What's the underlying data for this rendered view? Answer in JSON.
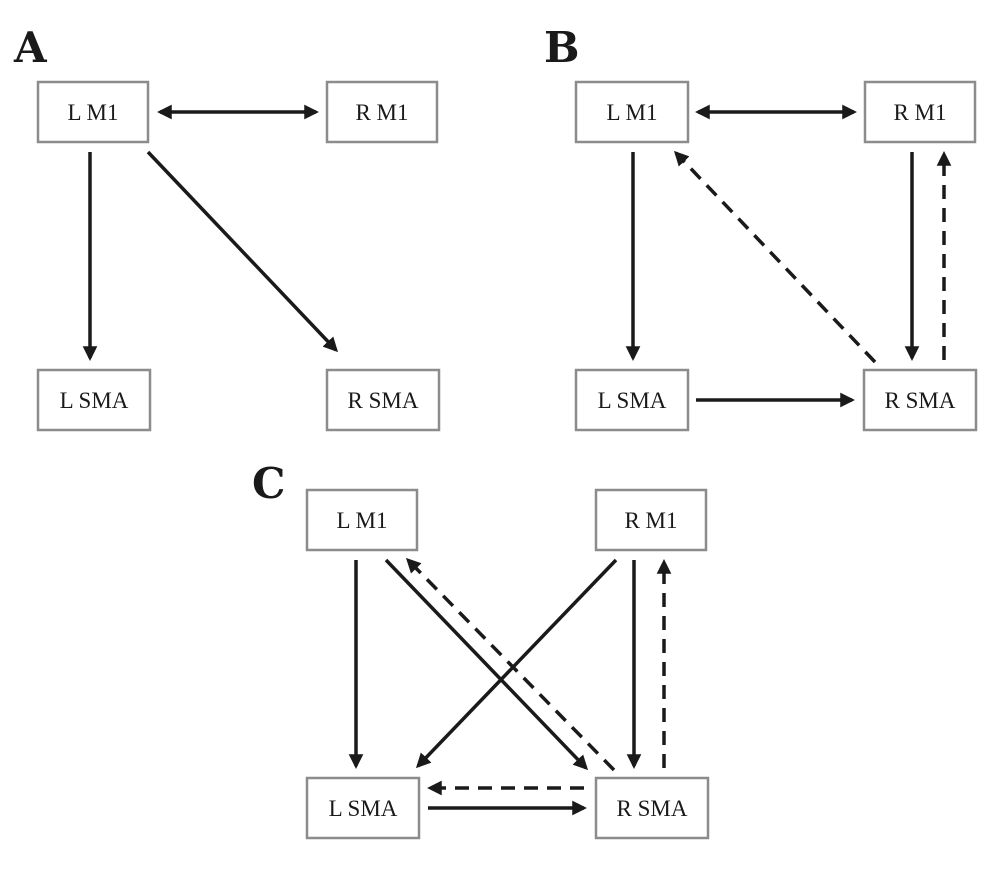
{
  "panels": [
    {
      "id": "A",
      "letter": "A",
      "nodes": [
        {
          "id": "LM1",
          "label": "L M1"
        },
        {
          "id": "RM1",
          "label": "R M1"
        },
        {
          "id": "LSMA",
          "label": "L SMA"
        },
        {
          "id": "RSMA",
          "label": "R SMA"
        }
      ],
      "edges": [
        {
          "from": "LM1",
          "to": "RM1",
          "style": "solid",
          "direction": "both"
        },
        {
          "from": "LM1",
          "to": "LSMA",
          "style": "solid",
          "direction": "forward"
        },
        {
          "from": "LM1",
          "to": "RSMA",
          "style": "solid",
          "direction": "forward"
        }
      ]
    },
    {
      "id": "B",
      "letter": "B",
      "nodes": [
        {
          "id": "LM1",
          "label": "L M1"
        },
        {
          "id": "RM1",
          "label": "R M1"
        },
        {
          "id": "LSMA",
          "label": "L SMA"
        },
        {
          "id": "RSMA",
          "label": "R SMA"
        }
      ],
      "edges": [
        {
          "from": "LM1",
          "to": "RM1",
          "style": "solid",
          "direction": "both"
        },
        {
          "from": "LM1",
          "to": "LSMA",
          "style": "solid",
          "direction": "forward"
        },
        {
          "from": "RM1",
          "to": "RSMA",
          "style": "solid",
          "direction": "forward"
        },
        {
          "from": "RSMA",
          "to": "RM1",
          "style": "dashed",
          "direction": "forward"
        },
        {
          "from": "RSMA",
          "to": "LM1",
          "style": "dashed",
          "direction": "forward"
        },
        {
          "from": "LSMA",
          "to": "RSMA",
          "style": "solid",
          "direction": "forward"
        }
      ]
    },
    {
      "id": "C",
      "letter": "C",
      "nodes": [
        {
          "id": "LM1",
          "label": "L M1"
        },
        {
          "id": "RM1",
          "label": "R M1"
        },
        {
          "id": "LSMA",
          "label": "L SMA"
        },
        {
          "id": "RSMA",
          "label": "R SMA"
        }
      ],
      "edges": [
        {
          "from": "LM1",
          "to": "LSMA",
          "style": "solid",
          "direction": "forward"
        },
        {
          "from": "LM1",
          "to": "RSMA",
          "style": "solid",
          "direction": "forward"
        },
        {
          "from": "RSMA",
          "to": "LM1",
          "style": "dashed",
          "direction": "forward"
        },
        {
          "from": "RM1",
          "to": "LSMA",
          "style": "solid",
          "direction": "forward"
        },
        {
          "from": "RM1",
          "to": "RSMA",
          "style": "solid",
          "direction": "forward"
        },
        {
          "from": "RSMA",
          "to": "RM1",
          "style": "dashed",
          "direction": "forward"
        },
        {
          "from": "LSMA",
          "to": "RSMA",
          "style": "solid",
          "direction": "forward"
        },
        {
          "from": "RSMA",
          "to": "LSMA",
          "style": "dashed",
          "direction": "forward"
        }
      ]
    }
  ]
}
